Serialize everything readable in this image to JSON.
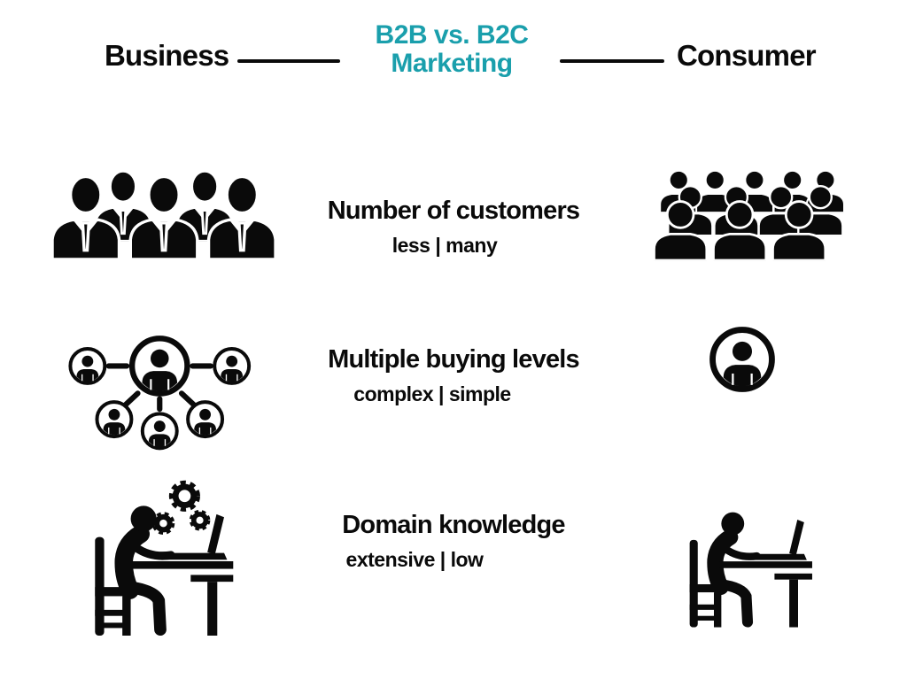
{
  "header": {
    "left_label": "Business",
    "title_line1": "B2B vs. B2C",
    "title_line2": "Marketing",
    "right_label": "Consumer"
  },
  "colors": {
    "accent_teal": "#1a9fac",
    "icon_black": "#0a0a0a",
    "background": "#ffffff"
  },
  "rows": [
    {
      "title": "Number of customers",
      "subtitle": "less | many",
      "left_icon": "business-team-icon",
      "right_icon": "consumer-crowd-icon"
    },
    {
      "title": "Multiple buying levels",
      "subtitle": "complex | simple",
      "left_icon": "buying-network-icon",
      "right_icon": "single-buyer-icon"
    },
    {
      "title": "Domain knowledge",
      "subtitle": "extensive | low",
      "left_icon": "expert-desk-gears-icon",
      "right_icon": "person-desk-icon"
    }
  ]
}
